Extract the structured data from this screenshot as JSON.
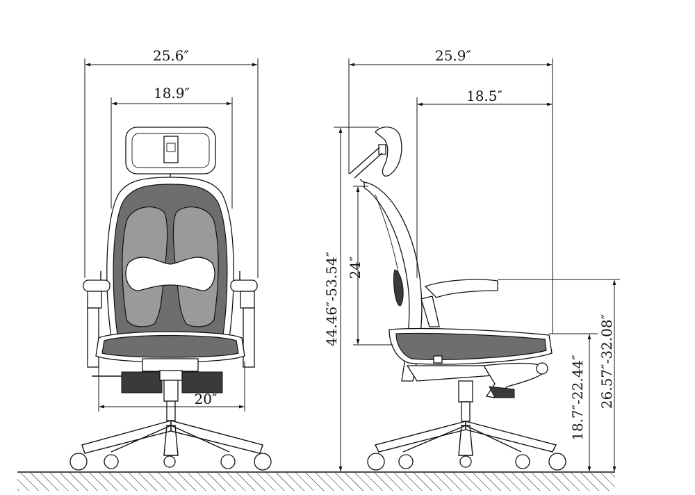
{
  "front_view": {
    "overall_width": "25.6″",
    "back_width": "18.9″",
    "seat_width": "20″"
  },
  "side_view": {
    "overall_depth": "25.9″",
    "seat_depth": "18.5″",
    "total_height": "44.46″-53.54″",
    "back_height": "24″",
    "seat_height": "18.7″-22.44″",
    "armrest_height": "26.57″-32.08″"
  },
  "colors": {
    "line": "#111111",
    "mesh": "#6e6e6e",
    "padding": "#9a9a9a"
  }
}
